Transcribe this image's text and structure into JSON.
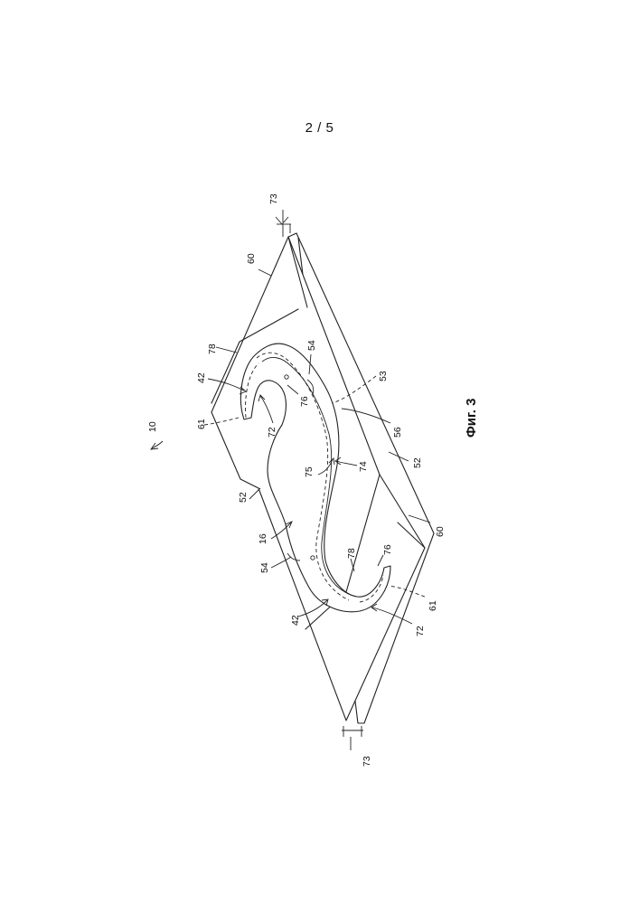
{
  "page": {
    "number": "2 / 5"
  },
  "figure": {
    "caption": "Фиг. 3",
    "labels": {
      "l10": "10",
      "l16": "16",
      "l42a": "42",
      "l42b": "42",
      "l52a": "52",
      "l52b": "52",
      "l53": "53",
      "l54a": "54",
      "l54b": "54",
      "l56": "56",
      "l60a": "60",
      "l60b": "60",
      "l61a": "61",
      "l61b": "61",
      "l72a": "72",
      "l72b": "72",
      "l73a": "73",
      "l73b": "73",
      "l74": "74",
      "l75": "75",
      "l76a": "76",
      "l76b": "76",
      "l78a": "78",
      "l78b": "78"
    }
  }
}
